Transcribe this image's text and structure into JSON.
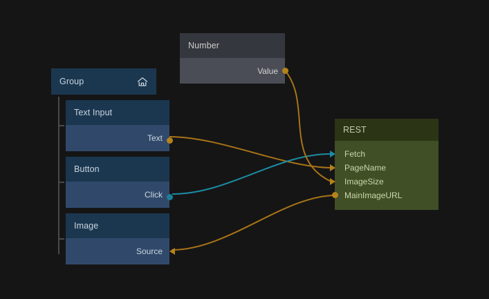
{
  "canvas": {
    "background": "#151515",
    "wire_orange": "#a87418",
    "wire_teal": "#1b8ca5"
  },
  "nodes": {
    "group": {
      "title": "Group",
      "icon": "home-icon",
      "header_color": "#1b3750"
    },
    "text_input": {
      "title": "Text Input",
      "ports": [
        {
          "label": "Text",
          "marker": "dot-orange",
          "direction": "output"
        }
      ]
    },
    "button": {
      "title": "Button",
      "ports": [
        {
          "label": "Click",
          "marker": "dot-teal",
          "direction": "output"
        }
      ]
    },
    "image": {
      "title": "Image",
      "ports": [
        {
          "label": "Source",
          "marker": "tri-left-orange",
          "direction": "input"
        }
      ]
    },
    "number": {
      "title": "Number",
      "header_color": "#35373e",
      "body_color": "#4a4d55",
      "ports": [
        {
          "label": "Value",
          "marker": "dot-orange",
          "direction": "output"
        }
      ]
    },
    "rest": {
      "title": "REST",
      "header_color": "#2b3515",
      "body_color": "#404f26",
      "ports": [
        {
          "label": "Fetch",
          "marker": "tri-right-teal",
          "direction": "input"
        },
        {
          "label": "PageName",
          "marker": "tri-right-orange",
          "direction": "input"
        },
        {
          "label": "ImageSize",
          "marker": "tri-right-orange",
          "direction": "input"
        },
        {
          "label": "MainImageURL",
          "marker": "dot-orange",
          "direction": "output"
        }
      ]
    }
  },
  "connections": [
    {
      "from": "text_input.Text",
      "to": "rest.PageName",
      "color": "#a87418"
    },
    {
      "from": "button.Click",
      "to": "rest.Fetch",
      "color": "#1b8ca5"
    },
    {
      "from": "number.Value",
      "to": "rest.ImageSize",
      "color": "#a87418"
    },
    {
      "from": "rest.MainImageURL",
      "to": "image.Source",
      "color": "#a87418"
    }
  ]
}
